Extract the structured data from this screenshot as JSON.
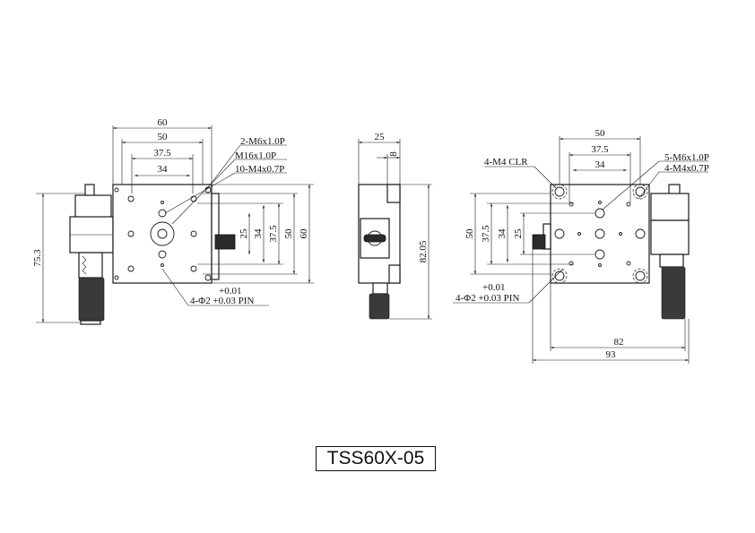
{
  "title": "TSS60X-05",
  "front_view": {
    "dims_top": [
      "60",
      "50",
      "37.5",
      "34"
    ],
    "dims_right": [
      "25",
      "34",
      "37.5",
      "50",
      "60"
    ],
    "dim_left": "75.3",
    "callouts": [
      "2-M6x1.0P",
      "M16x1.0P",
      "10-M4x0.7P"
    ],
    "pin_tol": "+0.01",
    "pin_label": "4-Φ2 +0.03 PIN"
  },
  "side_view": {
    "dims_top": [
      "25",
      "8"
    ],
    "dim_right": "82.05"
  },
  "bottom_view": {
    "dims_top": [
      "50",
      "37.5",
      "34"
    ],
    "dims_left": [
      "50",
      "37.5",
      "34",
      "25"
    ],
    "dims_bottom": [
      "82",
      "93"
    ],
    "callouts": [
      "5-M6x1.0P",
      "4-M4x0.7P",
      "4-M4 CLR"
    ],
    "pin_tol": "+0.01",
    "pin_label": "4-Φ2 +0.03 PIN"
  }
}
